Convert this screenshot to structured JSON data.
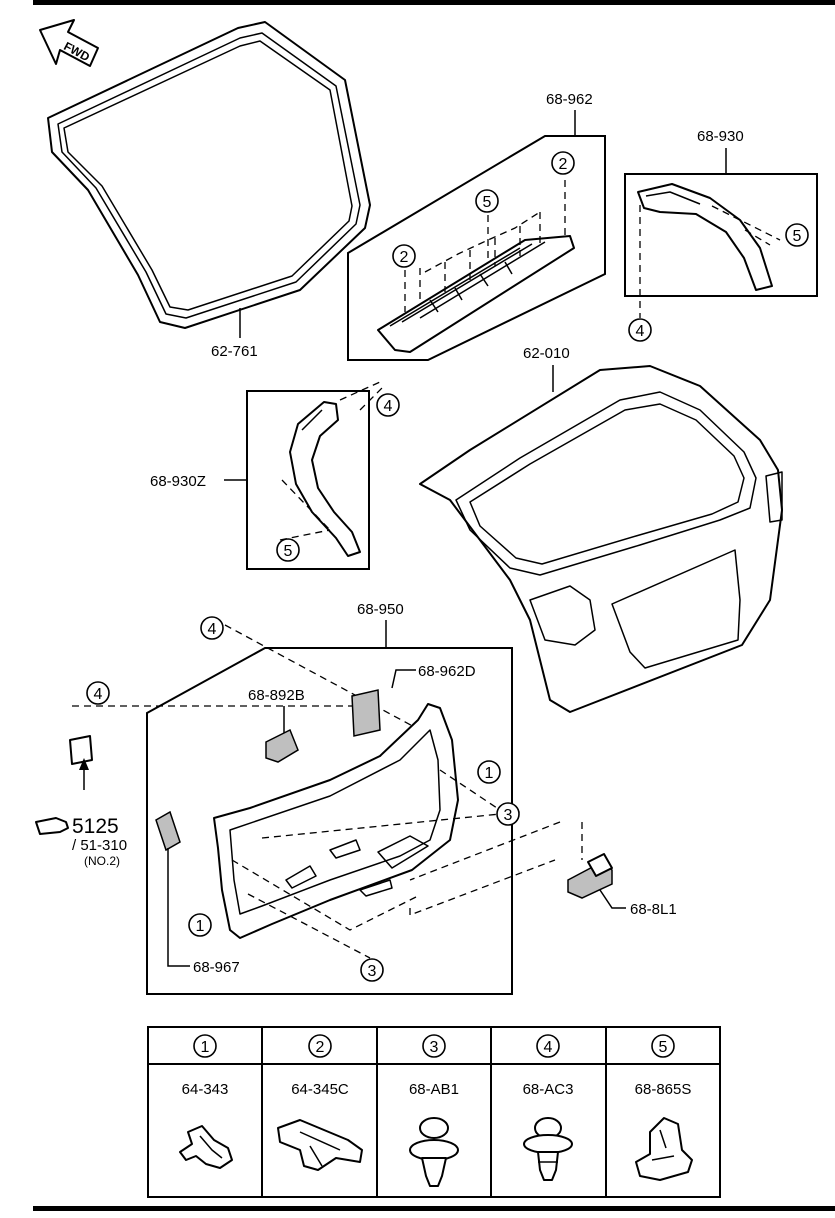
{
  "direction_label": "FWD",
  "parts": {
    "weatherstrip": "62-761",
    "spoiler": "68-962",
    "trim_right": "68-930",
    "liftgate": "62-010",
    "trim_left": "68-930Z",
    "lower_trim": "68-950",
    "grip": "68-892B",
    "cover": "68-962D",
    "seal": "68-967",
    "handle": "68-8L1"
  },
  "reference": {
    "main": "5125",
    "sub": "/ 51-310",
    "note": "(NO.2)"
  },
  "callouts": [
    "1",
    "2",
    "3",
    "4",
    "5"
  ],
  "legend": {
    "columns": [
      {
        "number": "1",
        "part": "64-343",
        "icon": "clip-icon"
      },
      {
        "number": "2",
        "part": "64-345C",
        "icon": "retainer-icon"
      },
      {
        "number": "3",
        "part": "68-AB1",
        "icon": "push-rivet-icon"
      },
      {
        "number": "4",
        "part": "68-AC3",
        "icon": "push-clip-icon"
      },
      {
        "number": "5",
        "part": "68-865S",
        "icon": "fastener-icon"
      }
    ]
  }
}
